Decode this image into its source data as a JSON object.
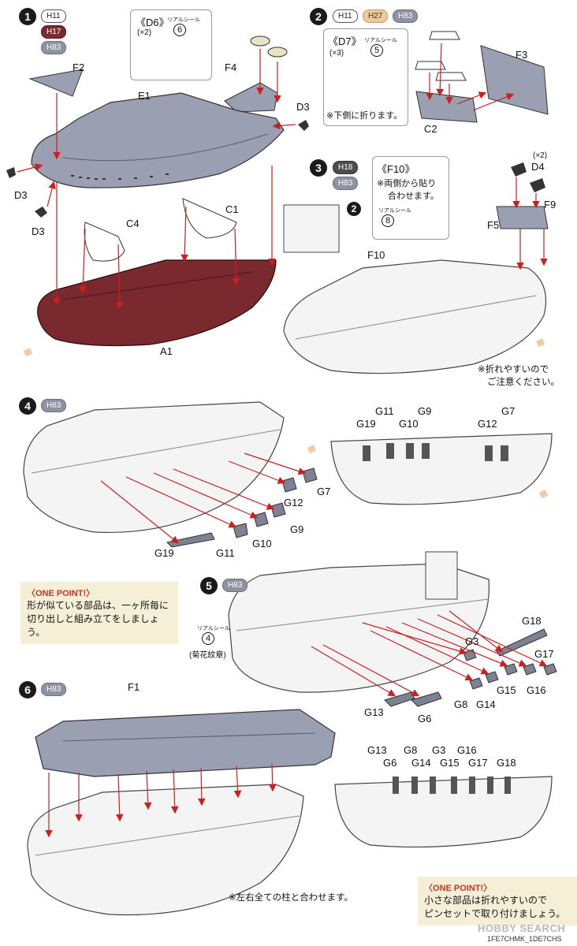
{
  "steps": {
    "s1": {
      "num": "1",
      "paints": [
        "H11",
        "H17",
        "H83"
      ],
      "callout": {
        "code": "《D6》",
        "mult": "(×2)",
        "sticker_label": "リアルシール",
        "sticker_num": "6"
      }
    },
    "s2": {
      "num": "2",
      "paints": [
        "H11",
        "H27",
        "H83"
      ],
      "callout": {
        "code": "《D7》",
        "mult": "(×3)",
        "sticker_label": "リアルシール",
        "sticker_num": "5",
        "note": "※下側に折ります。"
      }
    },
    "s3": {
      "num": "3",
      "paints": [
        "H18",
        "H83"
      ],
      "sub_step": "2",
      "callout": {
        "code": "《F10》",
        "note1": "※両側から貼り",
        "note2": "合わせます。",
        "sticker_label": "リアルシール",
        "sticker_num": "8"
      },
      "note1": "※折れやすいので",
      "note2": "ご注意ください。"
    },
    "s4": {
      "num": "4",
      "paints": [
        "H83"
      ]
    },
    "s5": {
      "num": "5",
      "paints": [
        "H83"
      ],
      "sticker_label": "リアルシール",
      "sticker_num": "4",
      "sticker_note": "(菊花紋章)"
    },
    "s6": {
      "num": "6",
      "paints": [
        "H83"
      ],
      "note": "※左右全ての柱と合わせます。"
    }
  },
  "labels": {
    "F2": "F2",
    "E1": "E1",
    "F4": "F4",
    "D3a": "D3",
    "D3b": "D3",
    "D3c": "D3",
    "C4": "C4",
    "C1": "C1",
    "A1": "A1",
    "F3": "F3",
    "C2": "C2",
    "D4": "D4",
    "D4_mult": "(×2)",
    "F9": "F9",
    "F5": "F5",
    "F10": "F10",
    "G11a": "G11",
    "G9a": "G9",
    "G19a": "G19",
    "G10a": "G10",
    "G12a": "G12",
    "G7a": "G7",
    "G12b": "G12",
    "G7b": "G7",
    "G9b": "G9",
    "G10b": "G10",
    "G11b": "G11",
    "G19b": "G19",
    "G18a": "G18",
    "G3a": "G3",
    "G17a": "G17",
    "G15a": "G15",
    "G16a": "G16",
    "G8a": "G8",
    "G14a": "G14",
    "G13a": "G13",
    "G6a": "G6",
    "F1": "F1",
    "G13b": "G13",
    "G8b": "G8",
    "G3b": "G3",
    "G16b": "G16",
    "G6b": "G6",
    "G14b": "G14",
    "G15b": "G15",
    "G17b": "G17",
    "G18b": "G18"
  },
  "onepoint1": {
    "title": "〈ONE POINT!〉",
    "line1": "形が似ている部品は、一ヶ所毎に",
    "line2": "切り出しと組み立てをしましょう。"
  },
  "onepoint2": {
    "title": "〈ONE POINT!〉",
    "line1": "小さな部品は折れやすいので",
    "line2": "ピンセットで取り付けましょう。"
  },
  "watermark": {
    "logo": "HOBBY SEARCH",
    "code": "1FE7CHMK_1DE7CHS"
  },
  "colors": {
    "grey": "#9aa0b2",
    "maroon": "#7a2a2e",
    "arrow": "#cc1f1f",
    "hull_white": "#f4f4f4"
  }
}
